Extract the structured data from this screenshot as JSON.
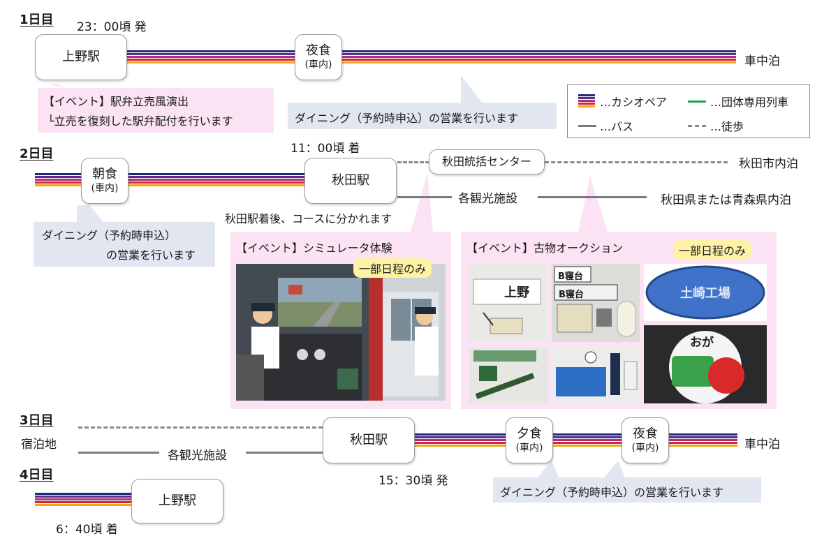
{
  "days": {
    "d1": "1日目",
    "d2": "2日目",
    "d3": "3日目",
    "d4": "4日目"
  },
  "day1": {
    "depart_time": "23：00頃 発",
    "ueno": "上野駅",
    "dinner_main": "夜食",
    "dinner_sub": "(車内)",
    "overnight": "車中泊",
    "event_line1": "【イベント】駅弁立売風演出",
    "event_line2": "└立売を復刻した駅弁配付を行います",
    "dining_note": "ダイニング（予約時申込）の営業を行います"
  },
  "legend": {
    "cassiopeia": "…カシオペア",
    "group_train": "…団体専用列車",
    "bus": "…バス",
    "walk": "…徒歩",
    "cassiopeia_color": "#5a2d8a",
    "group_train_color": "#1aa34a"
  },
  "day2": {
    "arrive_time": "11：00頃 着",
    "breakfast_main": "朝食",
    "breakfast_sub": "(車内)",
    "akita": "秋田駅",
    "center": "秋田統括センター",
    "akita_city": "秋田市内泊",
    "sightseeing": "各観光施設",
    "pref_stay": "秋田県または青森県内泊",
    "split_note": "秋田駅着後、コースに分かれます",
    "dining_line1": "ダイニング（予約時申込）",
    "dining_line2": "の営業を行います",
    "sim_event": "【イベント】シミュレータ体験",
    "sim_tag": "一部日程のみ",
    "auction_event": "【イベント】古物オークション",
    "auction_tag": "一部日程のみ",
    "plate_sign": "上野",
    "plate_b1": "B寝台",
    "plate_b2": "B寝台",
    "plate_oga": "おが",
    "plate_factory": "土崎工場"
  },
  "day3": {
    "lodging": "宿泊地",
    "sightseeing": "各観光施設",
    "akita": "秋田駅",
    "depart_time": "15：30頃 発",
    "supper_main": "夕食",
    "supper_sub": "(車内)",
    "night_main": "夜食",
    "night_sub": "(車内)",
    "overnight": "車中泊",
    "dining_note": "ダイニング（予約時申込）の営業を行います"
  },
  "day4": {
    "ueno": "上野駅",
    "arrive_time": "6：40頃 着"
  }
}
